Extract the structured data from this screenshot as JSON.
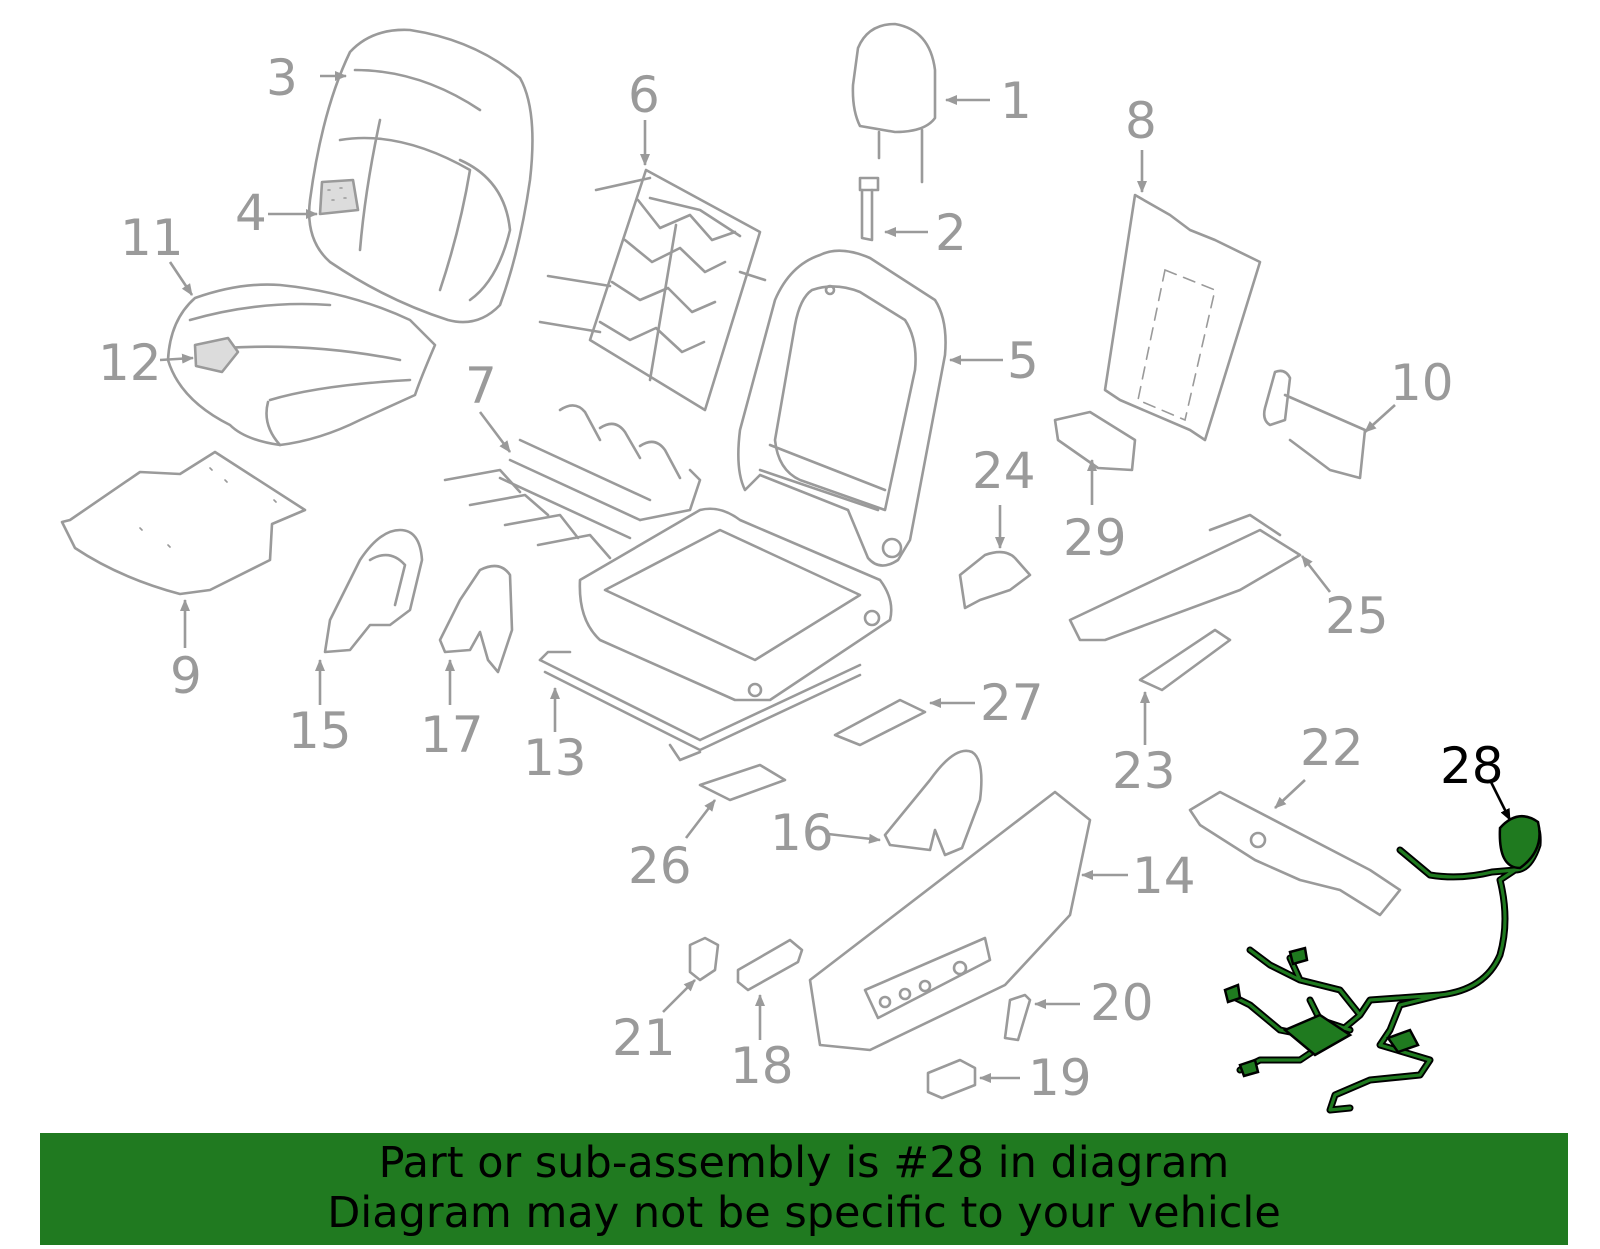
{
  "diagram": {
    "callouts": [
      "1",
      "2",
      "3",
      "4",
      "5",
      "6",
      "7",
      "8",
      "9",
      "10",
      "11",
      "12",
      "13",
      "14",
      "15",
      "16",
      "17",
      "18",
      "19",
      "20",
      "21",
      "22",
      "23",
      "24",
      "25",
      "26",
      "27",
      "28",
      "29"
    ],
    "highlighted_callout": "28",
    "colors": {
      "part_line": "#9a9a9a",
      "highlight_part": "#1f7a1f",
      "banner_background": "#207a20",
      "text_highlight": "#000000"
    }
  },
  "banner": {
    "line1": "Part or sub-assembly is #28 in diagram",
    "line2": "Diagram may not be specific to your vehicle"
  }
}
